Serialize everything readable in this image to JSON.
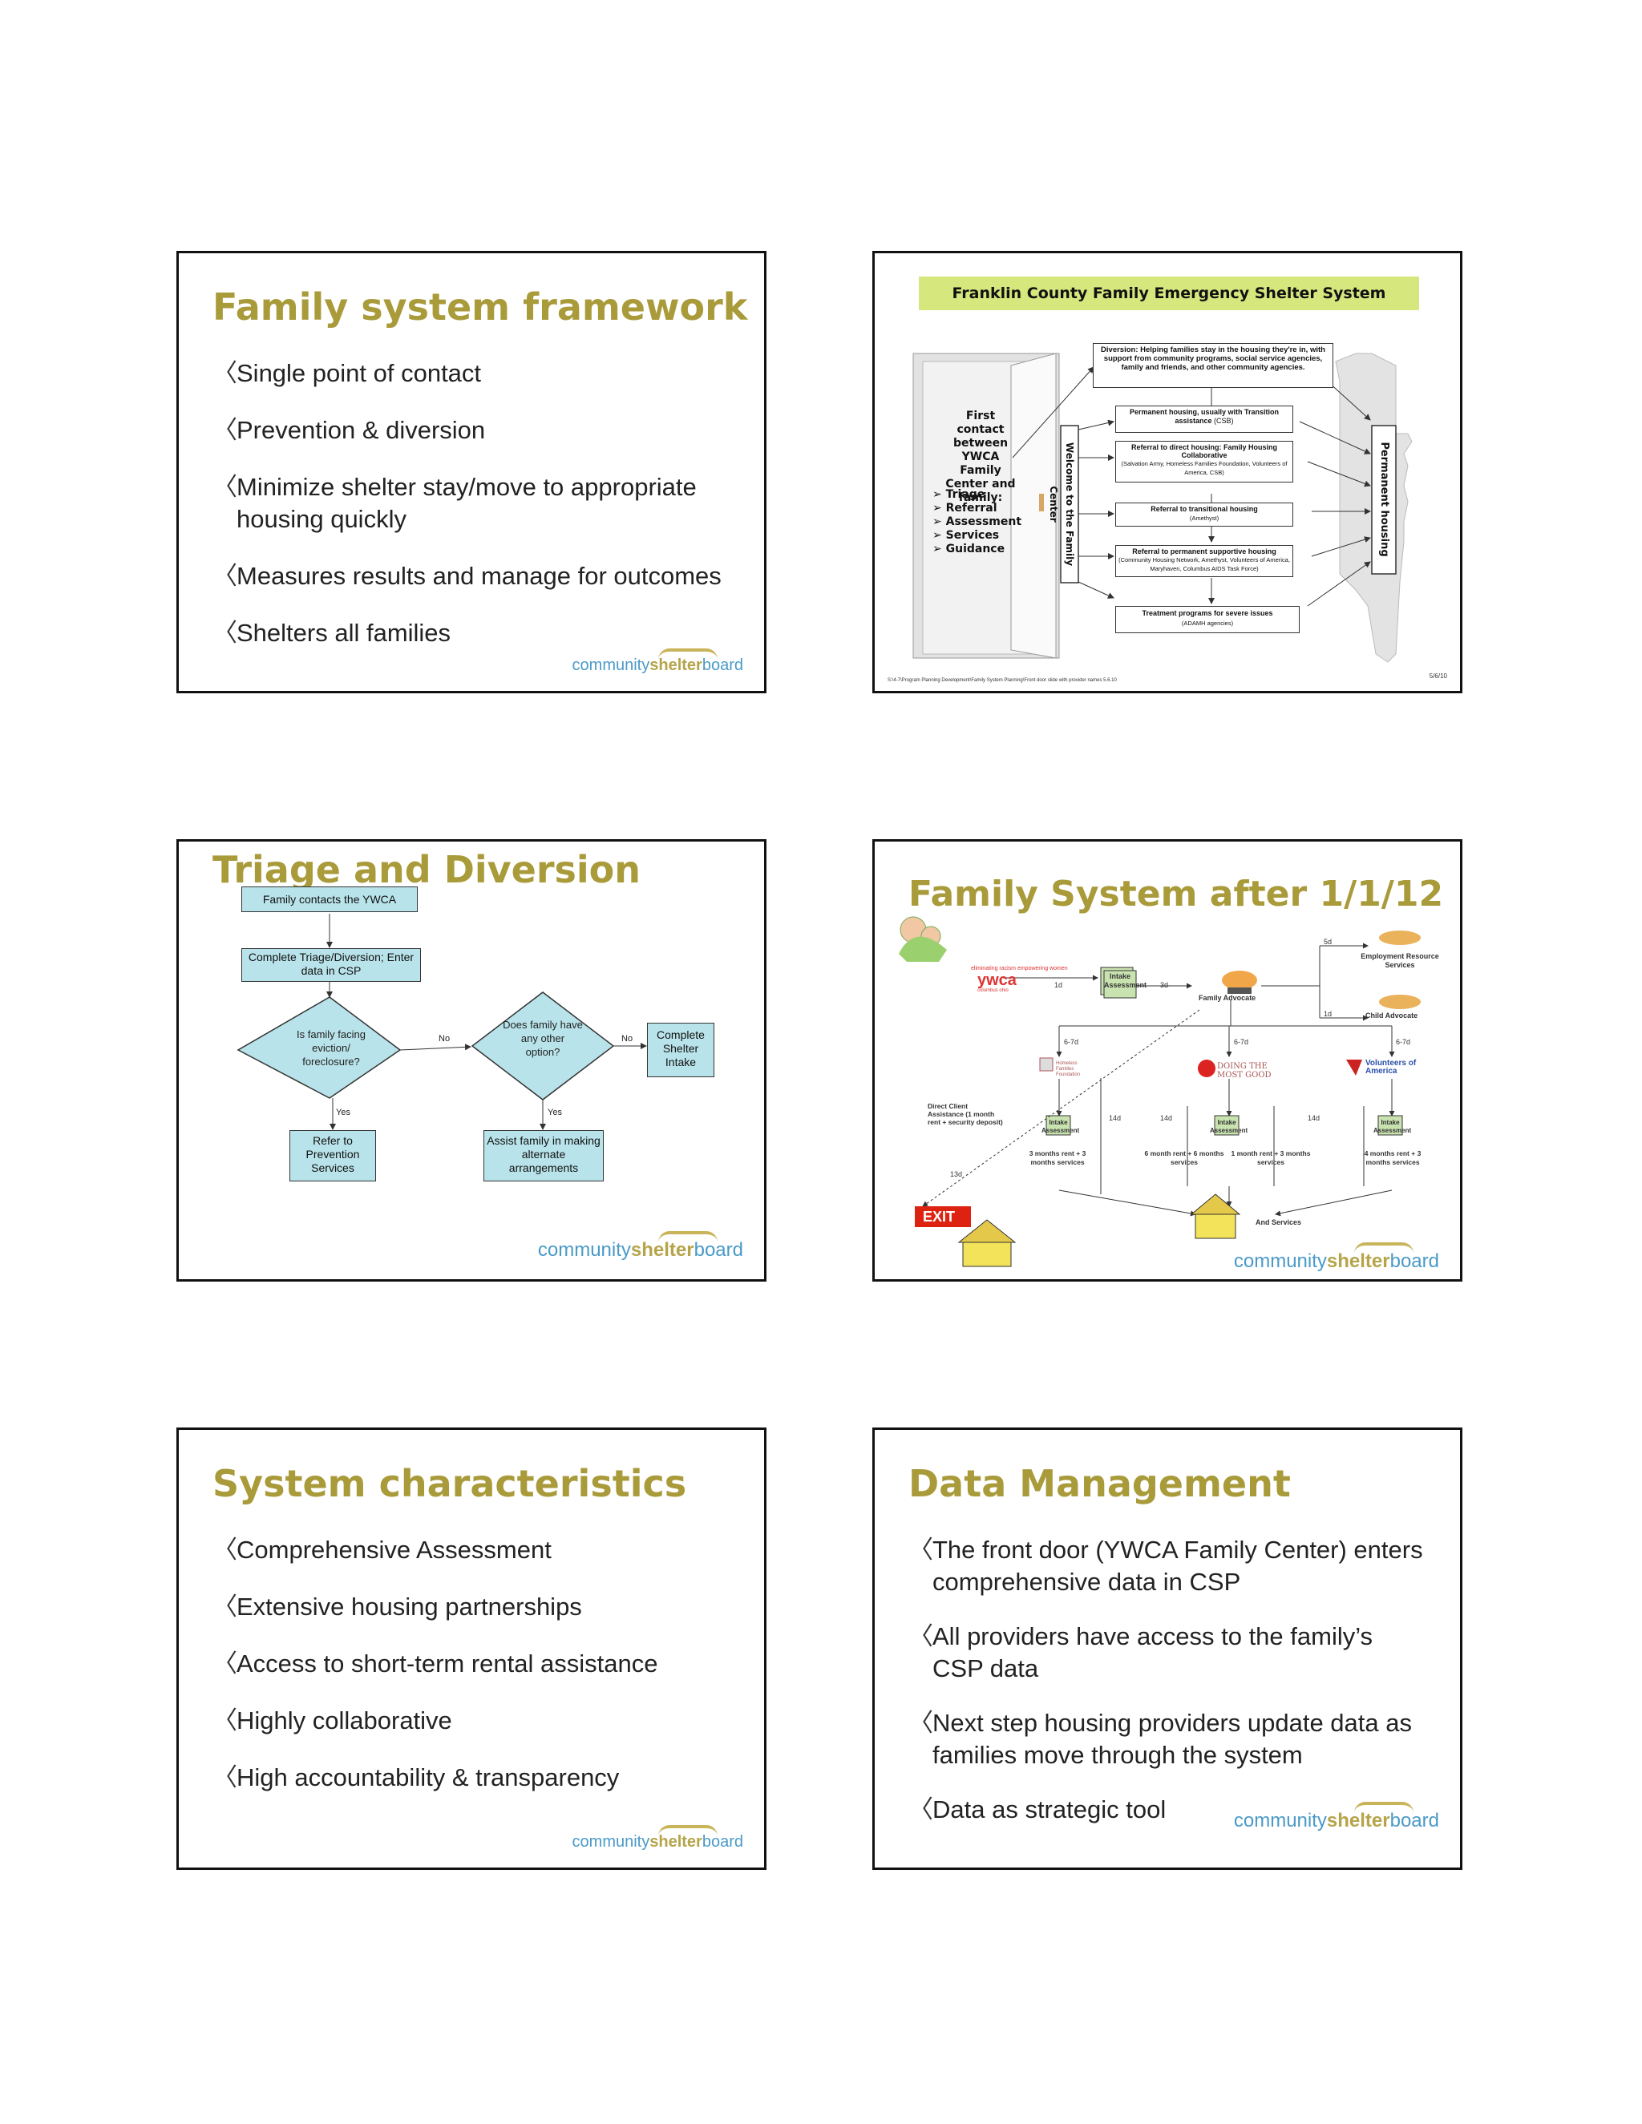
{
  "logo": {
    "community": "community",
    "shelter": "shelter",
    "board": "board"
  },
  "slide1": {
    "title": "Family system framework",
    "bullets": [
      "Single point of contact",
      "Prevention & diversion",
      "Minimize shelter stay/move to appropriate housing quickly",
      "Measures results and manage for outcomes",
      "Shelters all families"
    ]
  },
  "slide2": {
    "header": "Franklin County Family Emergency Shelter System",
    "first_contact": "First contact between YWCA Family Center and family:",
    "list": [
      "Triage",
      "Referral",
      "Assessment",
      "Services",
      "Guidance"
    ],
    "door_label": "Welcome to the Family Center",
    "key_label": "Permanent housing",
    "diversion": "Diversion: Helping families stay in the housing they're in, with support from community programs, social service agencies, family and friends, and other community agencies.",
    "box1_title": "Permanent housing, usually with Transition assistance",
    "box1_sub": "(CSB)",
    "box2_title": "Referral to direct housing: Family Housing Collaborative",
    "box2_sub": "(Salvation Army, Homeless Families Foundation, Volunteers of America, CSB)",
    "box3_title": "Referral to transitional housing",
    "box3_sub": "(Amethyst)",
    "box4_title": "Referral to permanent supportive housing",
    "box4_sub": "(Community Housing Network, Amethyst, Volunteers of America, Maryhaven, Columbus AIDS Task Force)",
    "box5_title": "Treatment programs for severe issues",
    "box5_sub": "(ADAMH agencies)",
    "footer_left": "S:\\4-7\\Program Planning Development\\Family System Planning\\Front door slide with provider names 5.6.10",
    "footer_right": "5/6/10"
  },
  "slide3": {
    "title": "Triage and Diversion",
    "n_contact": "Family contacts the YWCA",
    "n_complete": "Complete Triage/Diversion; Enter data in CSP",
    "d_eviction": "Is family facing eviction/ foreclosure?",
    "d_option": "Does family have any other option?",
    "n_shelter": "Complete Shelter Intake",
    "n_prevention": "Refer to Prevention Services",
    "n_assist": "Assist family in making alternate arrangements",
    "no1": "No",
    "no2": "No",
    "yes1": "Yes",
    "yes2": "Yes"
  },
  "slide4": {
    "title": "Family System after 1/1/12",
    "ywca": "ywca",
    "ywca_tag": "eliminating racism empowering women",
    "ywca_sub": "columbus ohio",
    "intake": "Intake Assessment",
    "family_advocate": "Family Advocate",
    "employment": "Employment Resource Services",
    "child_advocate": "Child Advocate",
    "d_1d_a": "1d",
    "d_3d": "3d",
    "d_5d": "5d",
    "d_1d_b": "1d",
    "d_67a": "6-7d",
    "d_67b": "6-7d",
    "d_67c": "6-7d",
    "d_14a": "14d",
    "d_14b": "14d",
    "d_14c": "14d",
    "d_13": "13d",
    "direct_client": "Direct Client Assistance (1 month rent + security deposit)",
    "hff": "Homeless Families Foundation",
    "salvation": "DOING THE MOST GOOD",
    "voa": "Volunteers of America",
    "intake_a": "Intake Assessment",
    "intake_b": "Intake Assessment",
    "intake_c": "Intake Assessment",
    "r1": "3 months rent + 3 months services",
    "r2": "6 month rent + 6 months services",
    "r3": "1 month rent + 3 months services",
    "r4": "4 months rent + 3 months services",
    "exit": "EXIT",
    "and_services": "And Services"
  },
  "slide5": {
    "title": "System characteristics",
    "bullets": [
      "Comprehensive Assessment",
      "Extensive housing partnerships",
      "Access to short-term rental assistance",
      "Highly collaborative",
      "High accountability & transparency"
    ]
  },
  "slide6": {
    "title": "Data Management",
    "bullets": [
      "The front door (YWCA Family Center) enters comprehensive data in CSP",
      "All providers have access to the family’s CSP data",
      "Next step housing providers update data as families move through the system",
      "Data as strategic tool"
    ]
  },
  "bullet_mark": "〈"
}
